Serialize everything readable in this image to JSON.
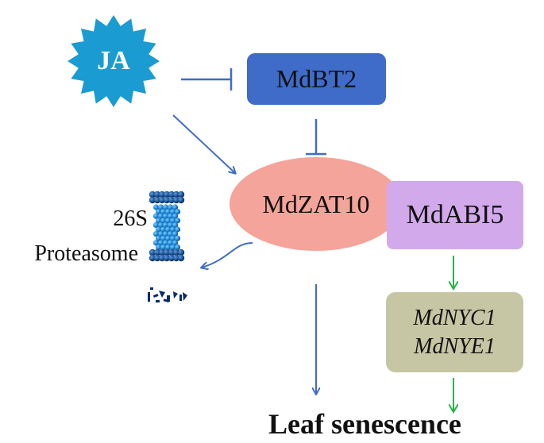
{
  "nodes": {
    "ja": {
      "label": "JA",
      "color": "#1A9BD2"
    },
    "mdbt2": {
      "label": "MdBT2",
      "color": "#3F6CC9"
    },
    "mdzat10": {
      "label": "MdZAT10",
      "color": "#F4A49A"
    },
    "mdabi5": {
      "label": "MdABI5",
      "color": "#D2AAEC"
    },
    "targets": {
      "line1": "MdNYC1",
      "line2": "MdNYE1",
      "color": "#C7C6A4"
    },
    "proteasome": {
      "line1": "26S",
      "line2": "Proteasome"
    },
    "outcome": {
      "label": "Leaf senescence"
    }
  },
  "colors": {
    "blue_arrow": "#3F6CC9",
    "green_arrow": "#2BB24C",
    "proteasome": "#1E88D8"
  },
  "icons": [
    "ja-starburst-icon",
    "proteasome-barrel-icon",
    "degraded-fragments-icon"
  ]
}
